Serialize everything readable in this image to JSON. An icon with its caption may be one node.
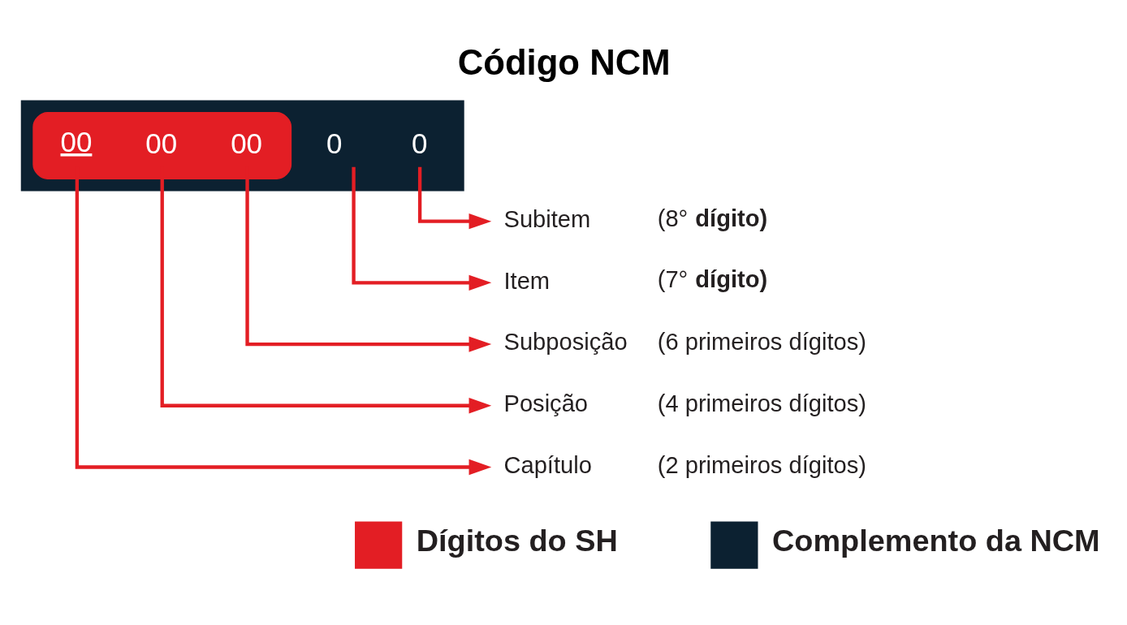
{
  "diagram": {
    "title": "Código NCM",
    "nodes": [
      {
        "text": [],
        "shape": "box"
      },
      {
        "text": [],
        "shape": "box",
        "in": 0
      },
      {
        "text": [
          "00"
        ],
        "in": 1
      },
      {
        "text": [
          "00"
        ],
        "in": 1
      },
      {
        "text": [
          "00"
        ],
        "in": 1
      },
      {
        "text": [
          "0"
        ],
        "in": 0
      },
      {
        "text": [
          "0"
        ],
        "in": 0
      },
      {
        "text": [
          "Subitem"
        ],
        "beside": [
          "(8° **dígito)**"
        ]
      },
      {
        "text": [
          "Item"
        ],
        "beside": [
          "(7° **dígito)**"
        ]
      },
      {
        "text": [
          "Subposição"
        ],
        "beside": [
          "(6 primeiros dígitos)"
        ]
      },
      {
        "text": [
          "Posição"
        ],
        "beside": [
          "(4 primeiros dígitos)"
        ]
      },
      {
        "text": [
          "Capítulo"
        ],
        "beside": [
          "(2 primeiros dígitos)"
        ]
      }
    ],
    "edges": [
      {
        "from": 6,
        "to": 7,
        "arrow": "to"
      },
      {
        "from": 5,
        "to": 8,
        "arrow": "to"
      },
      {
        "from": 4,
        "to": 9,
        "arrow": "to"
      },
      {
        "from": 3,
        "to": 10,
        "arrow": "to"
      },
      {
        "from": 2,
        "to": 11,
        "arrow": "to"
      }
    ],
    "legend": [
      {
        "text": "Dígitos do SH",
        "color": "#e31e24"
      },
      {
        "text": "Complemento da NCM",
        "color": "#0c2131"
      }
    ]
  }
}
